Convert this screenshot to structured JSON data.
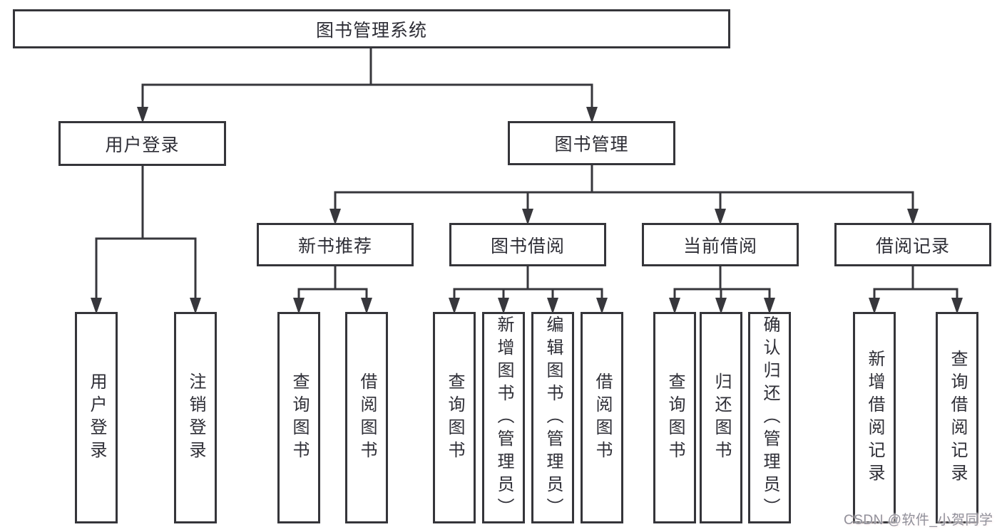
{
  "colors": {
    "background": "#ffffff",
    "box_border": "#35353a",
    "connector_line": "#37373c",
    "text": "#2e2e36",
    "watermark_text": "#90909a"
  },
  "nodes": {
    "root": {
      "label": "图书管理系统"
    },
    "user_login": {
      "label": "用户登录"
    },
    "book_mgmt": {
      "label": "图书管理"
    },
    "new_book_rec": {
      "label": "新书推荐"
    },
    "book_borrow": {
      "label": "图书借阅"
    },
    "current_borrow": {
      "label": "当前借阅"
    },
    "borrow_record": {
      "label": "借阅记录"
    },
    "leaf_user_login": {
      "label": "用户登录"
    },
    "leaf_logout": {
      "label": "注销登录"
    },
    "leaf_nbr_query": {
      "label": "查询图书"
    },
    "leaf_nbr_borrow": {
      "label": "借阅图书"
    },
    "leaf_bb_query": {
      "label": "查询图书"
    },
    "leaf_bb_add": {
      "label": "新增图书（管理员）"
    },
    "leaf_bb_edit": {
      "label": "编辑图书（管理员）"
    },
    "leaf_bb_borrow": {
      "label": "借阅图书"
    },
    "leaf_cb_query": {
      "label": "查询图书"
    },
    "leaf_cb_return": {
      "label": "归还图书"
    },
    "leaf_cb_confirm": {
      "label": "确认归还（管理员）"
    },
    "leaf_br_add": {
      "label": "新增借阅记录"
    },
    "leaf_br_query": {
      "label": "查询借阅记录"
    }
  },
  "watermark": {
    "text": "CSDN @软件_小贺同学"
  }
}
